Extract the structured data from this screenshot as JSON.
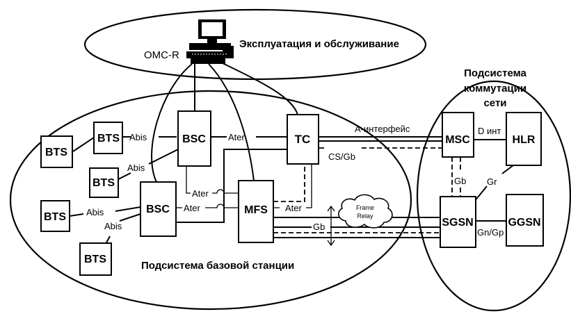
{
  "regions": {
    "oam": "Эксплуатация и обслуживание",
    "bss": "Подсистема базовой станции",
    "nss_line1": "Подсистема",
    "nss_line2": "коммутации",
    "nss_line3": "сети"
  },
  "nodes": {
    "omc": "OMC-R",
    "bts1": "BTS",
    "bts2": "BTS",
    "bts3": "BTS",
    "bts4": "BTS",
    "bts5": "BTS",
    "bsc1": "BSC",
    "bsc2": "BSC",
    "tc": "TC",
    "mfs": "MFS",
    "msc": "MSC",
    "hlr": "HLR",
    "sgsn": "SGSN",
    "ggsn": "GGSN",
    "frame_relay_line1": "Frame",
    "frame_relay_line2": "Relay"
  },
  "links": {
    "abis1": "Abis",
    "abis2": "Abis",
    "abis3": "Abis",
    "abis4": "Abis",
    "ater_bsc1_tc": "Ater",
    "ater_bsc1_mfs": "Ater",
    "ater_bsc2_mfs": "Ater",
    "ater_mfs_tc": "Ater",
    "a_interface": "A-интерфейс",
    "cs_gb": "CS/Gb",
    "gb_mfs": "Gb",
    "gb_msc_sgsn": "Gb",
    "d_int": "D инт",
    "gr": "Gr",
    "gn_gp": "Gn/Gp"
  }
}
